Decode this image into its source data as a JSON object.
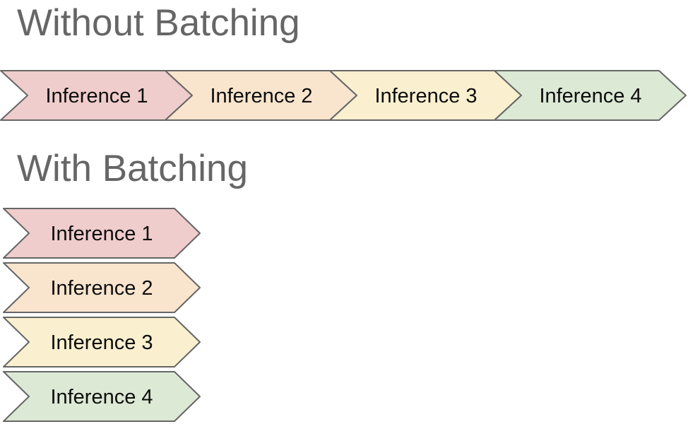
{
  "style": {
    "background": "#ffffff",
    "title_color": "#666666",
    "outline_color": "#666666",
    "label_color": "#0d0d0d"
  },
  "sections": [
    {
      "id": "without-batching",
      "title": "Without Batching",
      "layout": "horizontal",
      "items": [
        {
          "label": "Inference 1",
          "color": "#efcdcc"
        },
        {
          "label": "Inference 2",
          "color": "#f9e4cd"
        },
        {
          "label": "Inference 3",
          "color": "#faf0cf"
        },
        {
          "label": "Inference 4",
          "color": "#dce9d5"
        }
      ]
    },
    {
      "id": "with-batching",
      "title": "With Batching",
      "layout": "vertical",
      "items": [
        {
          "label": "Inference 1",
          "color": "#efcdcc"
        },
        {
          "label": "Inference 2",
          "color": "#f9e4cd"
        },
        {
          "label": "Inference 3",
          "color": "#faf0cf"
        },
        {
          "label": "Inference 4",
          "color": "#dce9d5"
        }
      ]
    }
  ]
}
